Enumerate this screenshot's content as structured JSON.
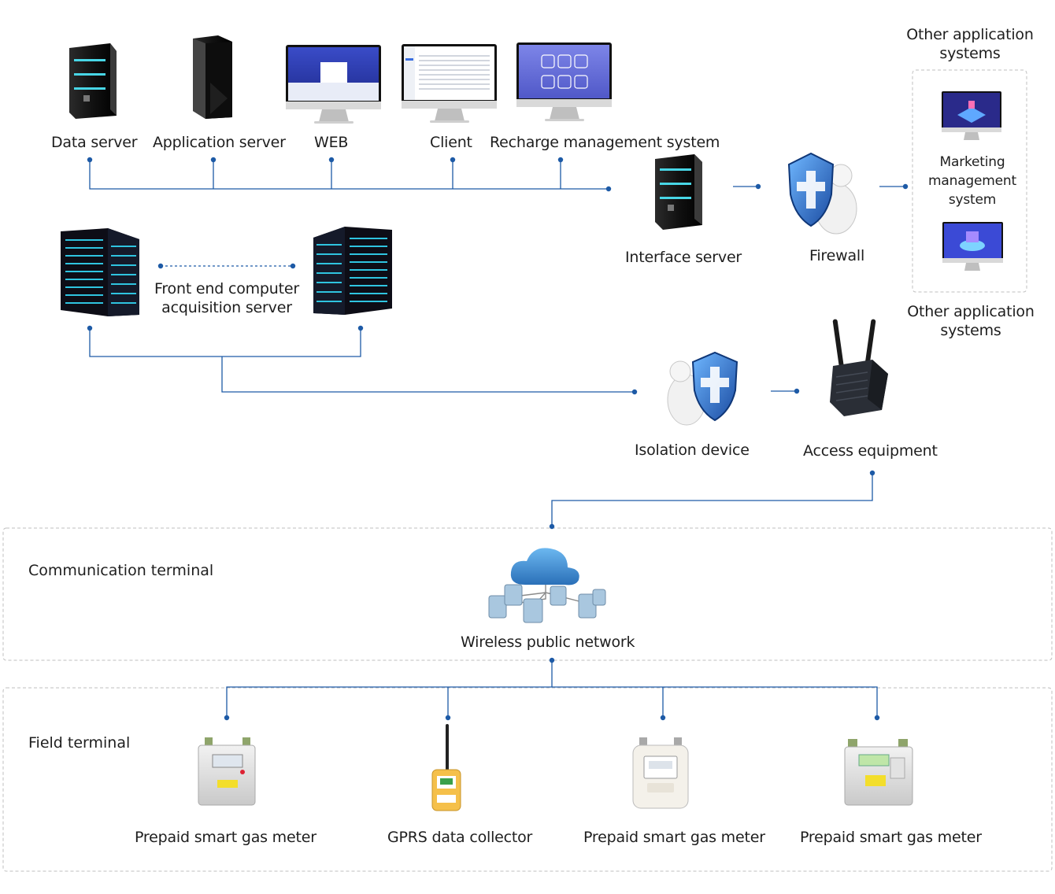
{
  "nodes": {
    "data_server": "Data server",
    "application_server": "Application server",
    "web": "WEB",
    "client": "Client",
    "recharge_management": "Recharge management system",
    "interface_server": "Interface server",
    "firewall": "Firewall",
    "other_apps_top": "Other application systems",
    "marketing_management": "Marketing management system",
    "other_apps_bottom": "Other application systems",
    "front_end": "Front end computer acquisition server",
    "isolation_device": "Isolation device",
    "access_equipment": "Access equipment",
    "wireless_network": "Wireless public network",
    "meter_1": "Prepaid smart gas meter",
    "gprs_collector": "GPRS data collector",
    "meter_2": "Prepaid smart gas meter",
    "meter_3": "Prepaid smart gas meter"
  },
  "zones": {
    "communication": "Communication terminal",
    "field": "Field terminal"
  },
  "colors": {
    "line": "#1d5aa6",
    "dashed_border": "#bfbfbf"
  }
}
